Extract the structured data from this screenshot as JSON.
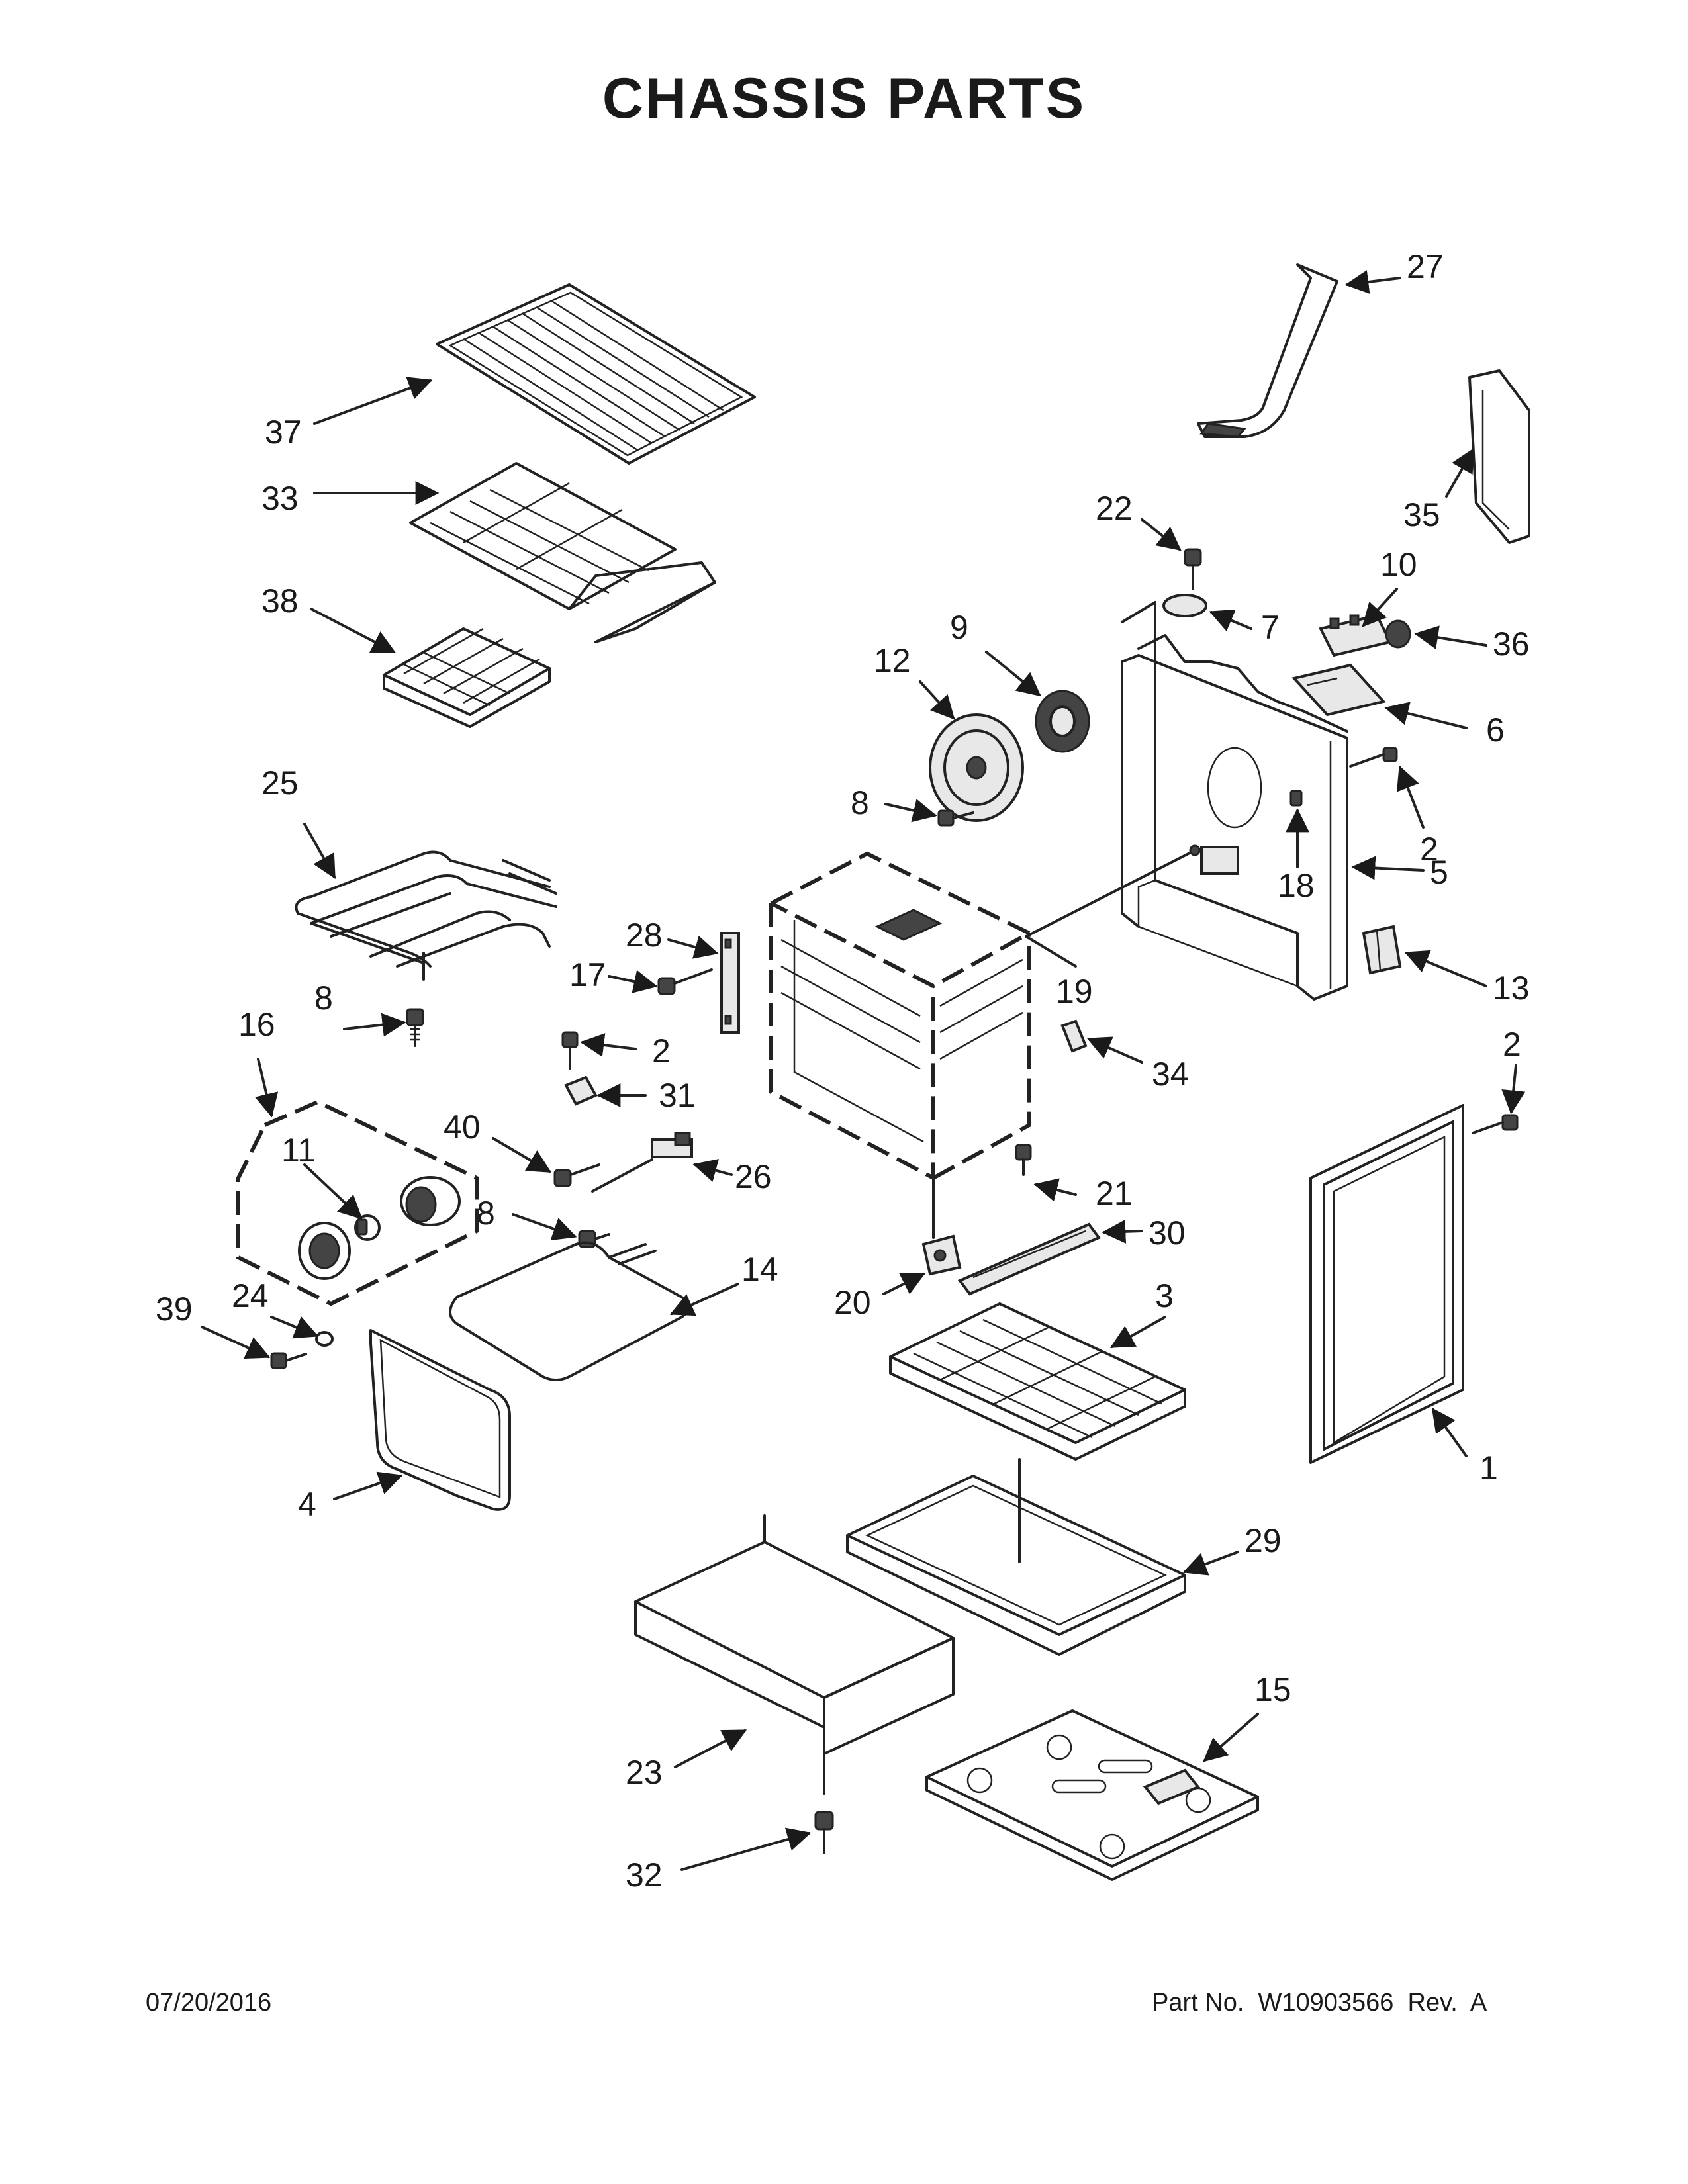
{
  "title": "CHASSIS PARTS",
  "footer": {
    "date": "07/20/2016",
    "part_number": "Part No.  W10903566  Rev.  A"
  },
  "callouts": [
    {
      "id": "c37",
      "label": "37"
    },
    {
      "id": "c33",
      "label": "33"
    },
    {
      "id": "c38",
      "label": "38"
    },
    {
      "id": "c25",
      "label": "25"
    },
    {
      "id": "c8a",
      "label": "8"
    },
    {
      "id": "c16",
      "label": "16"
    },
    {
      "id": "c11",
      "label": "11"
    },
    {
      "id": "c39",
      "label": "39"
    },
    {
      "id": "c24",
      "label": "24"
    },
    {
      "id": "c4",
      "label": "4"
    },
    {
      "id": "c28",
      "label": "28"
    },
    {
      "id": "c17",
      "label": "17"
    },
    {
      "id": "c2a",
      "label": "2"
    },
    {
      "id": "c31",
      "label": "31"
    },
    {
      "id": "c40",
      "label": "40"
    },
    {
      "id": "c26",
      "label": "26"
    },
    {
      "id": "c8b",
      "label": "8"
    },
    {
      "id": "c14",
      "label": "14"
    },
    {
      "id": "c12",
      "label": "12"
    },
    {
      "id": "c9",
      "label": "9"
    },
    {
      "id": "c8c",
      "label": "8"
    },
    {
      "id": "c22",
      "label": "22"
    },
    {
      "id": "c7",
      "label": "7"
    },
    {
      "id": "c27",
      "label": "27"
    },
    {
      "id": "c35",
      "label": "35"
    },
    {
      "id": "c10",
      "label": "10"
    },
    {
      "id": "c36",
      "label": "36"
    },
    {
      "id": "c6",
      "label": "6"
    },
    {
      "id": "c2b",
      "label": "2"
    },
    {
      "id": "c18",
      "label": "18"
    },
    {
      "id": "c5",
      "label": "5"
    },
    {
      "id": "c19",
      "label": "19"
    },
    {
      "id": "c13",
      "label": "13"
    },
    {
      "id": "c2c",
      "label": "2"
    },
    {
      "id": "c34",
      "label": "34"
    },
    {
      "id": "c21",
      "label": "21"
    },
    {
      "id": "c30",
      "label": "30"
    },
    {
      "id": "c20",
      "label": "20"
    },
    {
      "id": "c3",
      "label": "3"
    },
    {
      "id": "c1",
      "label": "1"
    },
    {
      "id": "c29",
      "label": "29"
    },
    {
      "id": "c15",
      "label": "15"
    },
    {
      "id": "c23",
      "label": "23"
    },
    {
      "id": "c32",
      "label": "32"
    }
  ]
}
